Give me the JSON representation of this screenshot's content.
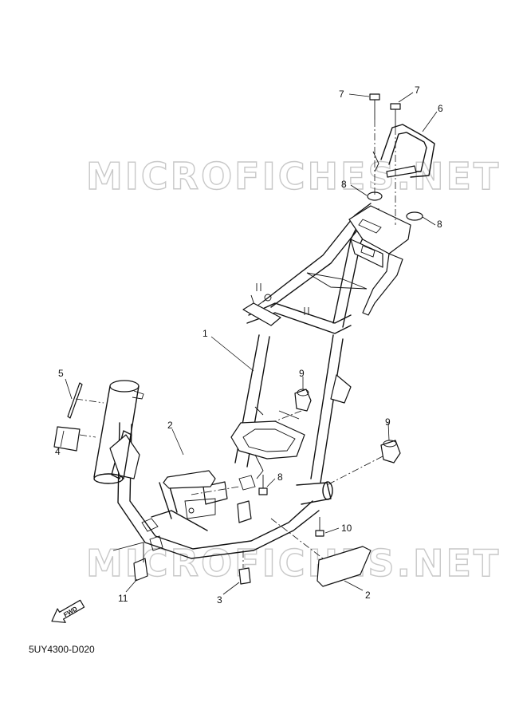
{
  "watermark": {
    "text": "MICROFICHES.NET"
  },
  "reference_code": "5UY4300-D020",
  "fwd_arrow": {
    "label": "FWD",
    "icon": "forward-arrow-icon"
  },
  "callouts": {
    "c1": "1",
    "c2a": "2",
    "c2b": "2",
    "c3": "3",
    "c4": "4",
    "c5": "5",
    "c6": "6",
    "c7a": "7",
    "c7b": "7",
    "c8a": "8",
    "c8b": "8",
    "c8c": "8",
    "c9a": "9",
    "c9b": "9",
    "c10": "10",
    "c11": "11"
  },
  "colors": {
    "line": "#111111",
    "watermark": "#c8c8c8",
    "background": "#ffffff"
  }
}
